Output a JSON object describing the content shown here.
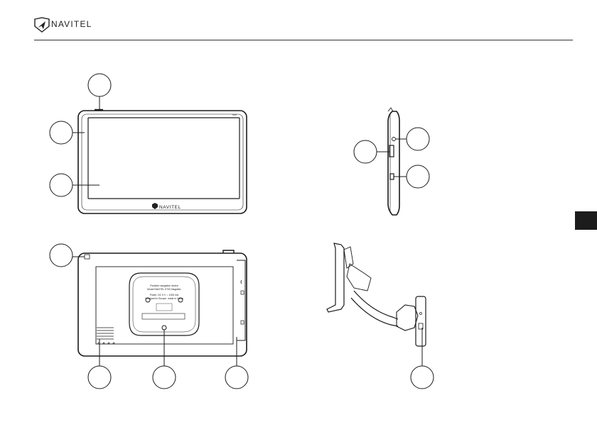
{
  "header": {
    "brand_name": "NAVITEL"
  },
  "front_view": {
    "screen_logo": "NAVITEL"
  },
  "back_view": {
    "label_lines": [
      "Portable navigation device",
      "Model NAVITEL E700 Magnetic",
      "Power: DC 5 V ⎓ 1000 mA",
      "Designed in Europe, made in China"
    ]
  },
  "colors": {
    "line": "#1a1a1a",
    "tab": "#1c1c1c",
    "background": "#ffffff"
  }
}
